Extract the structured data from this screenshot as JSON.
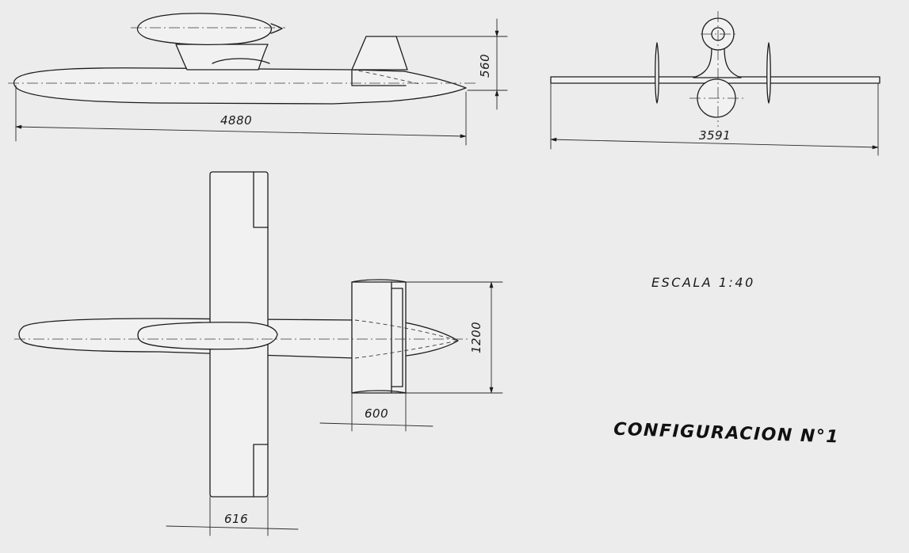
{
  "drawing": {
    "dimensions": {
      "side_length": "4880",
      "side_height": "560",
      "front_span": "3591",
      "tail_span": "1200",
      "tail_chord": "600",
      "wing_chord": "616"
    },
    "scale_note": "ESCALA 1:40",
    "config_title": "CONFIGURACION N°1"
  }
}
